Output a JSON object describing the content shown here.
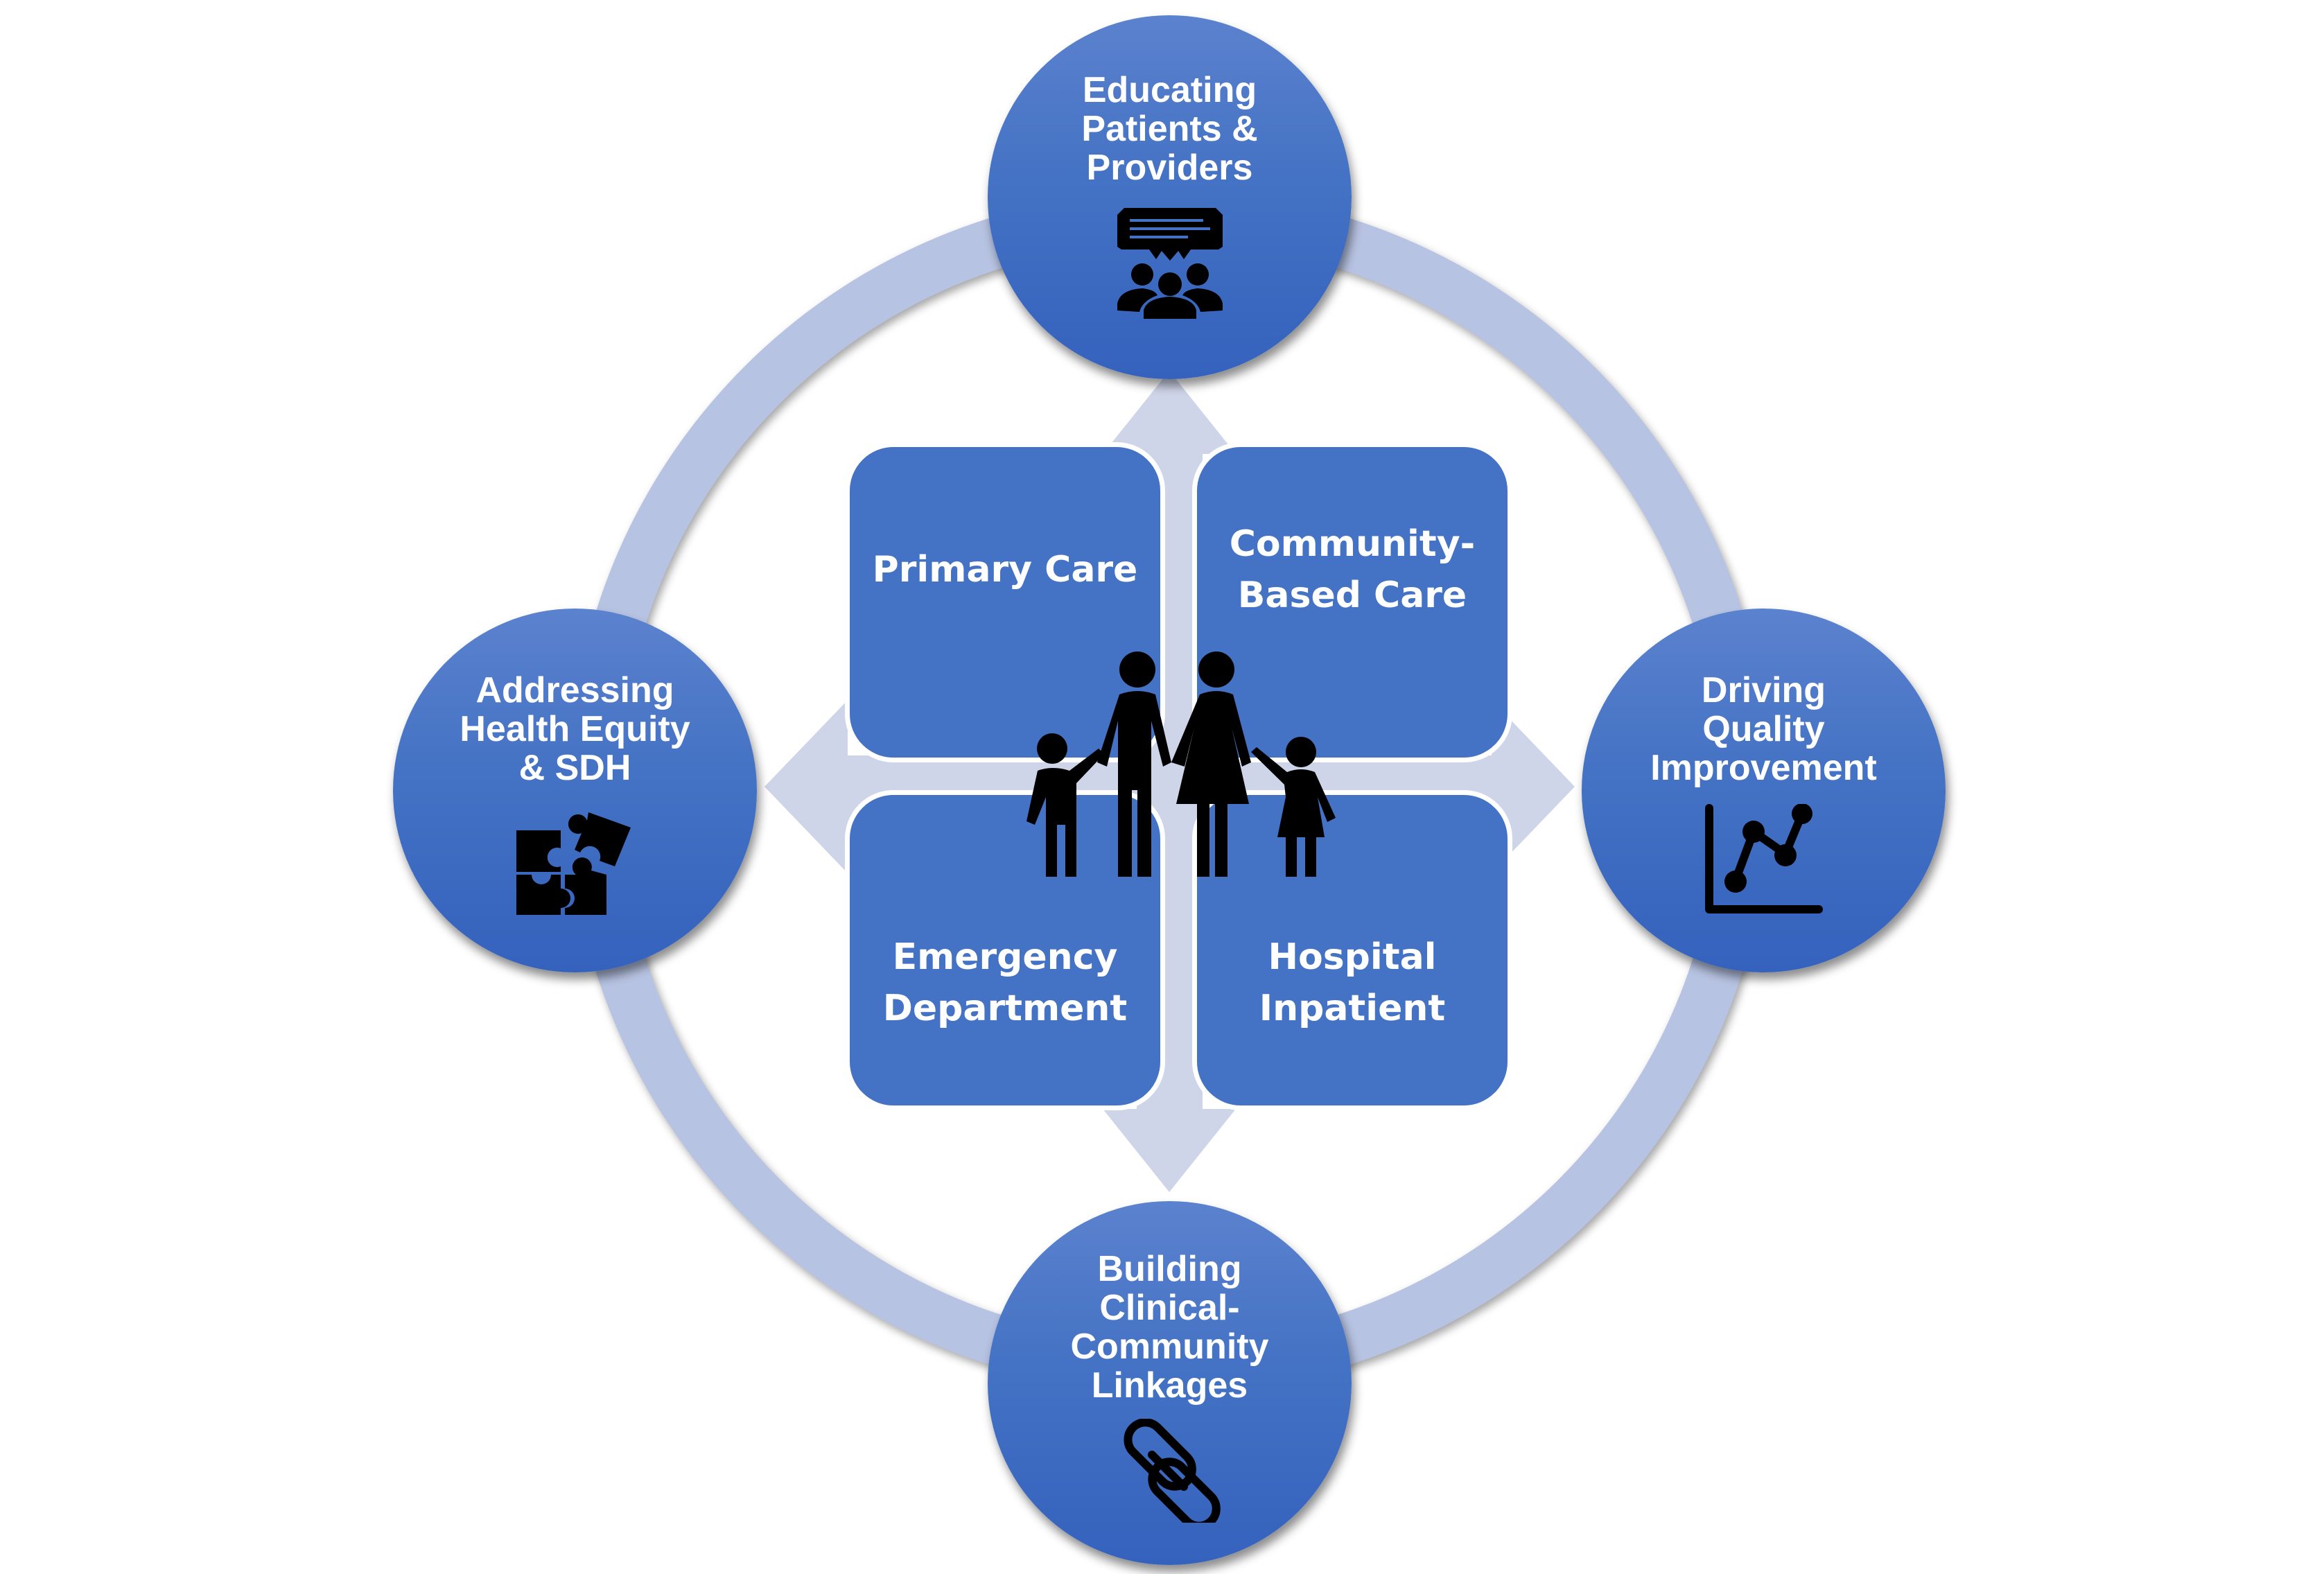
{
  "diagram": {
    "colors": {
      "node_fill": "#4472c4",
      "ring": "#b7c3e2",
      "connector": "#cfd5e9",
      "text": "#ffffff",
      "icon": "#000000"
    },
    "center_icon": "family-icon",
    "quadrants": [
      {
        "id": "primary",
        "label": "Primary Care"
      },
      {
        "id": "community",
        "label": "Community-\nBased Care"
      },
      {
        "id": "emergency",
        "label": "Emergency\nDepartment"
      },
      {
        "id": "hospital",
        "label": "Hospital\nInpatient"
      }
    ],
    "nodes": [
      {
        "id": "educating",
        "position": "top",
        "label": "Educating\nPatients &\nProviders",
        "icon": "presentation-audience-icon"
      },
      {
        "id": "equity",
        "position": "left",
        "label": "Addressing\nHealth Equity\n& SDH",
        "icon": "puzzle-icon"
      },
      {
        "id": "quality",
        "position": "right",
        "label": "Driving\nQuality\nImprovement",
        "icon": "line-chart-icon"
      },
      {
        "id": "linkages",
        "position": "bottom",
        "label": "Building\nClinical-\nCommunity\nLinkages",
        "icon": "chain-link-icon"
      }
    ]
  }
}
